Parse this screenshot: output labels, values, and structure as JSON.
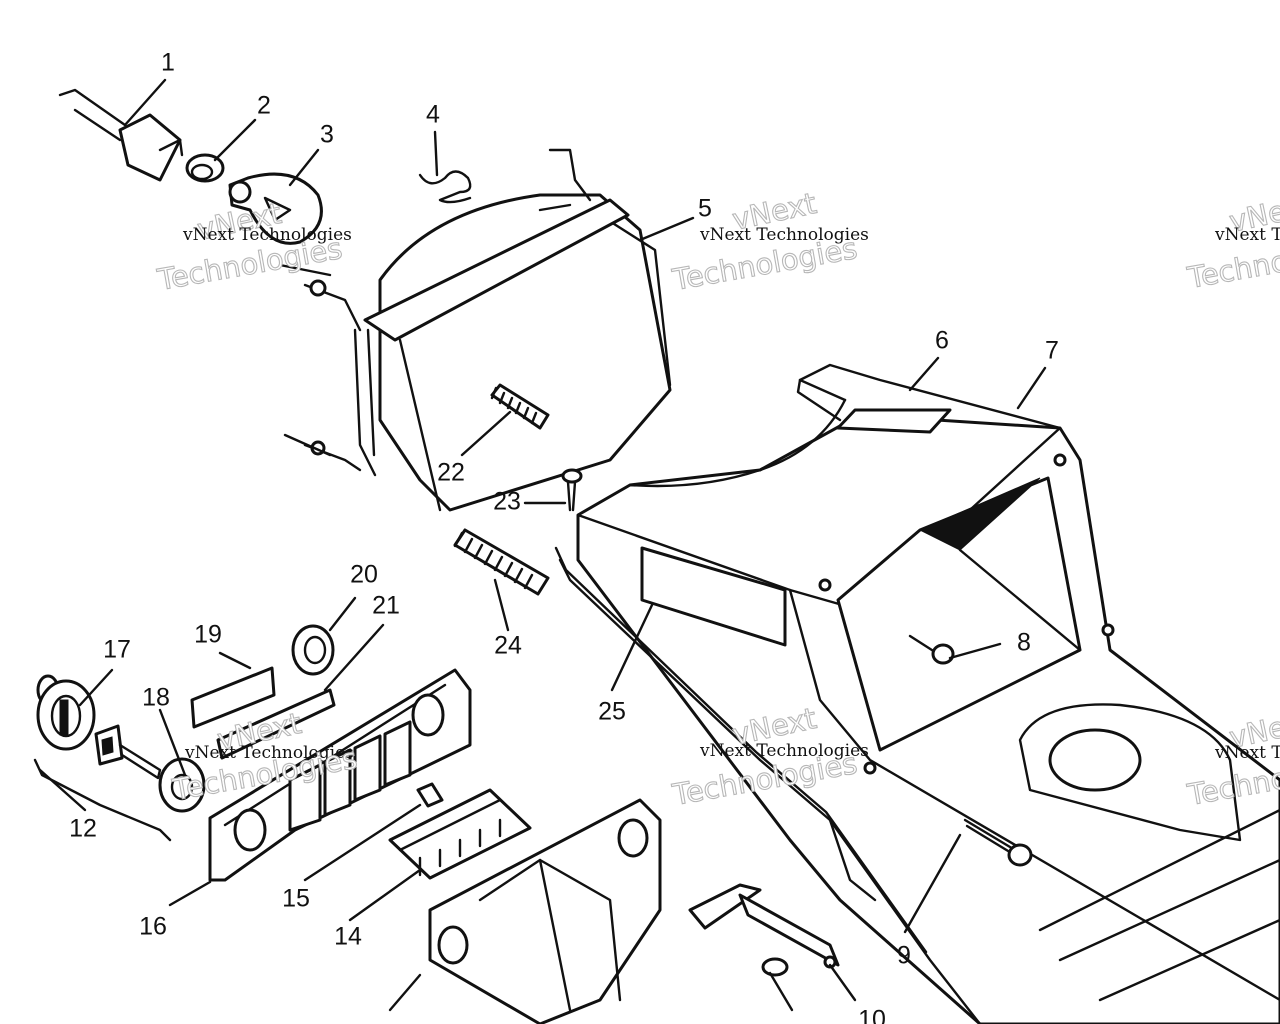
{
  "colors": {
    "ink": "#111111",
    "paper": "#ffffff",
    "watermark": "#b7b7b7"
  },
  "callouts": {
    "c1": "1",
    "c2": "2",
    "c3": "3",
    "c4": "4",
    "c5": "5",
    "c6": "6",
    "c7": "7",
    "c8": "8",
    "c9": "9",
    "c10": "10",
    "c12": "12",
    "c14": "14",
    "c15": "15",
    "c16": "16",
    "c17": "17",
    "c18": "18",
    "c19": "19",
    "c20": "20",
    "c21": "21",
    "c22": "22",
    "c23": "23",
    "c24": "24",
    "c25": "25"
  },
  "watermark": {
    "company": "vNext Technologies",
    "brand": "vNext",
    "word": "Technologies"
  }
}
